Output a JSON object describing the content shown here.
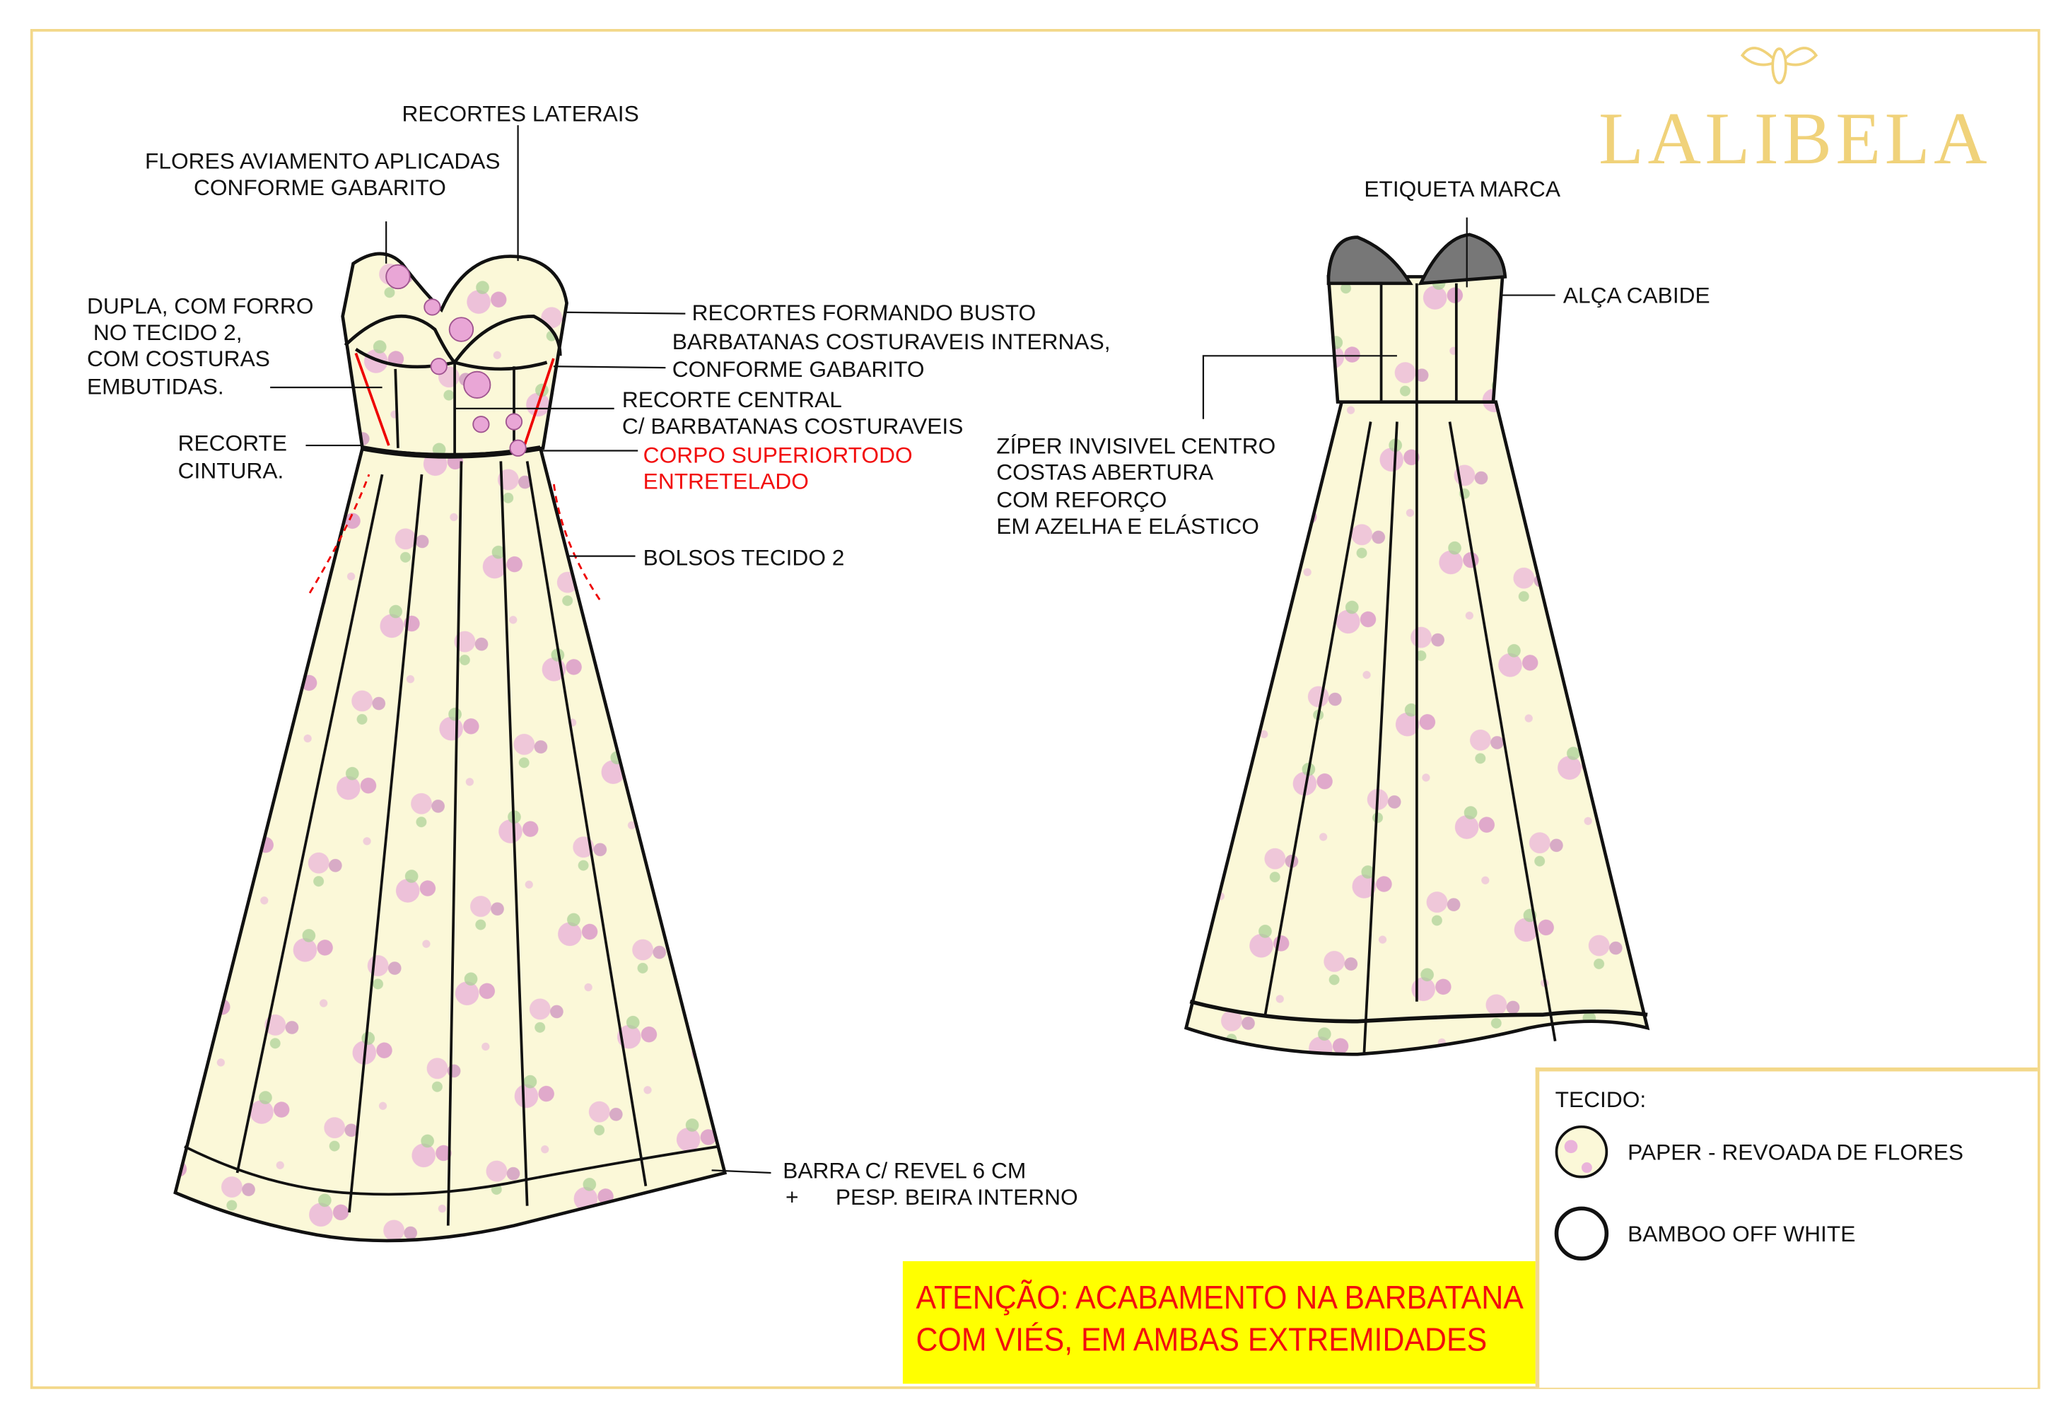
{
  "brand": {
    "name": "LALIBELA"
  },
  "front_labels": {
    "recortes_laterais": "RECORTES LATERAIS",
    "flores": [
      "FLORES AVIAMENTO APLICADAS",
      "CONFORME GABARITO"
    ],
    "dupla": [
      "DUPLA, COM FORRO",
      " NO TECIDO 2,",
      "COM COSTURAS",
      "EMBUTIDAS."
    ],
    "recorte_cintura": [
      "RECORTE",
      "CINTURA."
    ],
    "recortes_busto": "RECORTES FORMANDO BUSTO",
    "barbatanas": [
      "BARBATANAS COSTURAVEIS INTERNAS,",
      "CONFORME GABARITO"
    ],
    "recorte_central": [
      "RECORTE CENTRAL",
      "C/ BARBATANAS COSTURAVEIS"
    ],
    "corpo": [
      "CORPO SUPERIORTODO",
      "ENTRETELADO"
    ],
    "bolsos": "BOLSOS TECIDO 2",
    "barra": [
      "BARRA C/ REVEL 6 CM",
      "+",
      "PESP. BEIRA INTERNO"
    ]
  },
  "back_labels": {
    "etiqueta": "ETIQUETA MARCA",
    "alca": "ALÇA CABIDE",
    "ziper": [
      "ZÍPER INVISIVEL CENTRO",
      "COSTAS ABERTURA",
      "COM REFORÇO",
      "EM AZELHA E ELÁSTICO"
    ]
  },
  "tecido": {
    "title": "TECIDO:",
    "items": [
      {
        "swatch": "floral-print",
        "label": "PAPER - REVOADA DE FLORES"
      },
      {
        "swatch": "plain",
        "label": "BAMBOO OFF WHITE"
      }
    ]
  },
  "warning": [
    "ATENÇÃO: ACABAMENTO NA BARBATANA",
    "COM VIÉS, EM AMBAS EXTREMIDADES"
  ],
  "colors": {
    "frame": "#f3d88a",
    "logo": "#f0d27a",
    "warning_bg": "#ffff00",
    "warning_text": "#f20d0d",
    "fabric": "#fbf8d8",
    "flowers": "#e9a6d6"
  }
}
